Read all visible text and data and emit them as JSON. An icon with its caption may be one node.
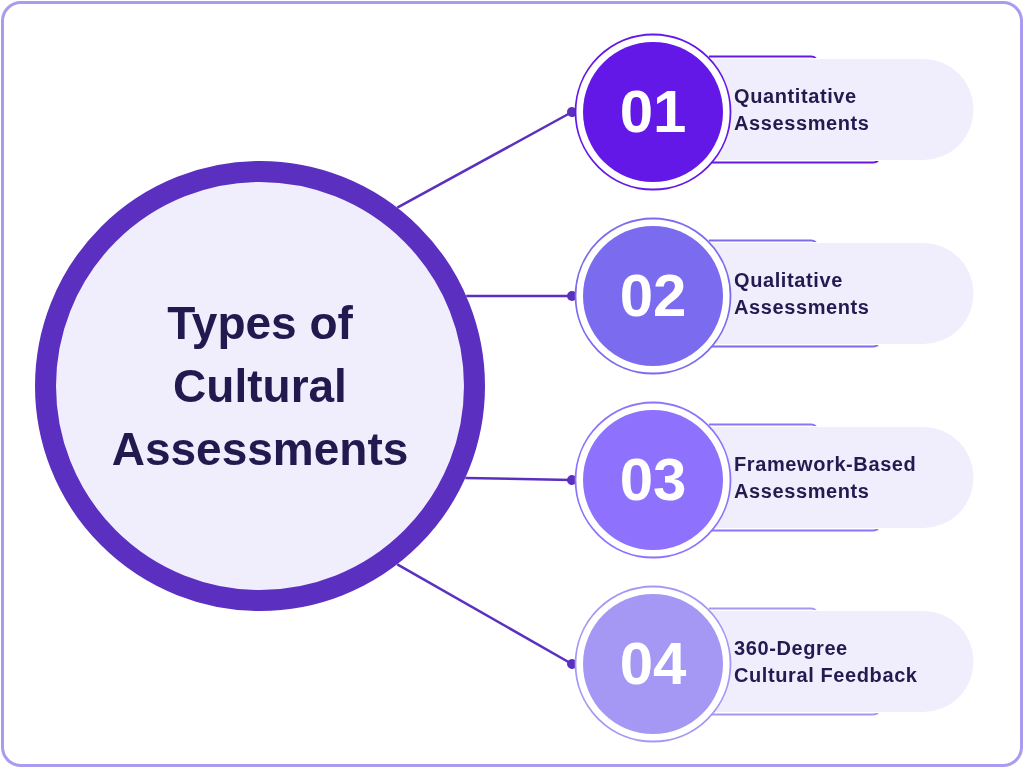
{
  "diagram": {
    "nodes": [
      {
        "text": [
          "Types of Cultural Assessments"
        ]
      },
      {
        "text": [
          "01"
        ]
      },
      {
        "text": [
          "Quantitative Assessments"
        ]
      },
      {
        "text": [
          "02"
        ]
      },
      {
        "text": [
          "Qualitative Assessments"
        ]
      },
      {
        "text": [
          "03"
        ]
      },
      {
        "text": [
          "Framework-Based Assessments"
        ]
      },
      {
        "text": [
          "04"
        ]
      },
      {
        "text": [
          "360-Degree Cultural Feedback"
        ]
      }
    ],
    "edges": [
      {
        "from": 0,
        "to": 1,
        "arrow": "other"
      },
      {
        "from": 0,
        "to": 3,
        "arrow": "other"
      },
      {
        "from": 0,
        "to": 5,
        "arrow": "other"
      },
      {
        "from": 0,
        "to": 7,
        "arrow": "other"
      }
    ]
  }
}
